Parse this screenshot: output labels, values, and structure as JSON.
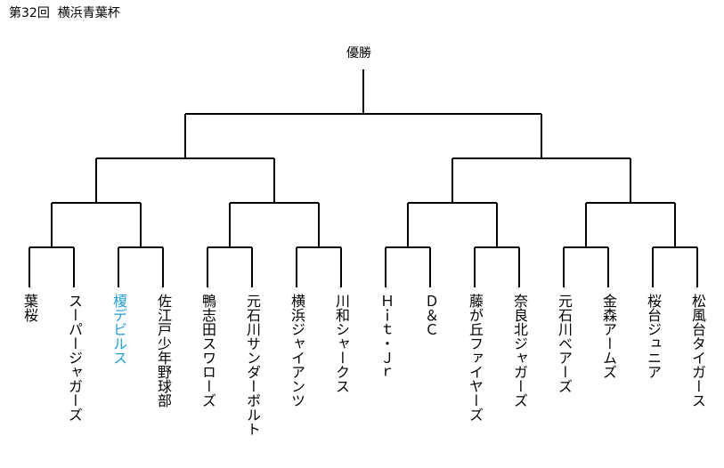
{
  "title": "第32回  横浜青葉杯",
  "champion_label": "優勝",
  "highlight_color": "#1f9fd6",
  "line_color": "#000000",
  "teams": [
    {
      "name": "葉桜",
      "highlight": false
    },
    {
      "name": "スーパージャガーズ",
      "highlight": false
    },
    {
      "name": "榎デビルス",
      "highlight": true
    },
    {
      "name": "佐江戸少年野球部",
      "highlight": false
    },
    {
      "name": "鴨志田スワローズ",
      "highlight": false
    },
    {
      "name": "元石川サンダーボルト",
      "highlight": false
    },
    {
      "name": "横浜ジャイアンツ",
      "highlight": false
    },
    {
      "name": "川和シャークス",
      "highlight": false
    },
    {
      "name": "Ｈｉｔ・Ｊｒ",
      "highlight": false
    },
    {
      "name": "Ｄ＆Ｃ",
      "highlight": false
    },
    {
      "name": "藤が丘ファイヤーズ",
      "highlight": false
    },
    {
      "name": "奈良北ジャガーズ",
      "highlight": false
    },
    {
      "name": "元石川ベアーズ",
      "highlight": false
    },
    {
      "name": "金森アームズ",
      "highlight": false
    },
    {
      "name": "桜台ジュニア",
      "highlight": false
    },
    {
      "name": "松風台タイガース",
      "highlight": false
    }
  ]
}
